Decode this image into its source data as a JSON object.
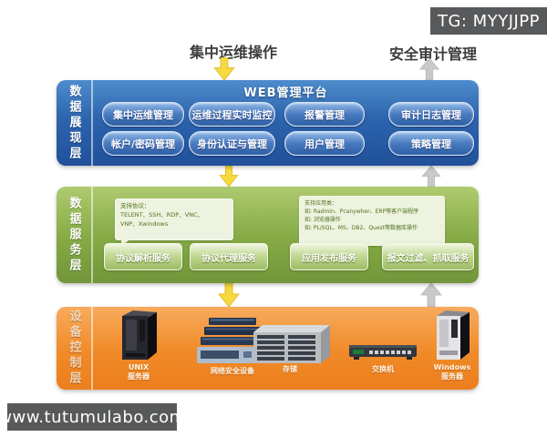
{
  "watermarks": {
    "top_right": "TG: MYYJJPP",
    "bottom_left": "www.tutumulabo.com"
  },
  "flow_labels": {
    "operations": "集中运维操作",
    "audit": "安全审计管理"
  },
  "layers": {
    "presentation": {
      "side_label": "数据展现层",
      "platform_title": "WEB管理平台",
      "buttons_row1": [
        "集中运维管理",
        "运维过程实时监控",
        "报警管理",
        "审计日志管理"
      ],
      "buttons_row2": [
        "帐户/密码管理",
        "身份认证与管理",
        "用户管理",
        "策略管理"
      ]
    },
    "service": {
      "side_label": "数据服务层",
      "callout_protocols": "支持协议：\nTELENT、SSH、RDP、VNC、\nVNP、Xwindows",
      "callout_applications": "支持应用类：\n如: Radmin、Pcanywher、ERP等客户端程序\n如: 浏览器操作\n如: PL/SQL、MS、DB2、Quest等数据库操作",
      "buttons": [
        "协议解析服务",
        "协议代理服务",
        "应用发布服务",
        "报文过滤、抓取服务"
      ]
    },
    "device": {
      "side_label": "设备控制层",
      "devices": [
        {
          "icon": "tower-server-dark",
          "label": "UNIX\n服务器"
        },
        {
          "icon": "network-appliance-stack",
          "label": "网络安全设备"
        },
        {
          "icon": "storage-array",
          "label": "存储"
        },
        {
          "icon": "network-switch",
          "label": "交换机"
        },
        {
          "icon": "tower-server-light",
          "label": "Windows\n服务器"
        }
      ]
    }
  },
  "colors": {
    "presentation_layer": "#2d64ac",
    "service_layer": "#85aa44",
    "device_layer": "#f08a28",
    "down_arrow": "#f6d93f",
    "up_arrow": "#c9c9c9",
    "watermark_bg": "#58595b"
  }
}
